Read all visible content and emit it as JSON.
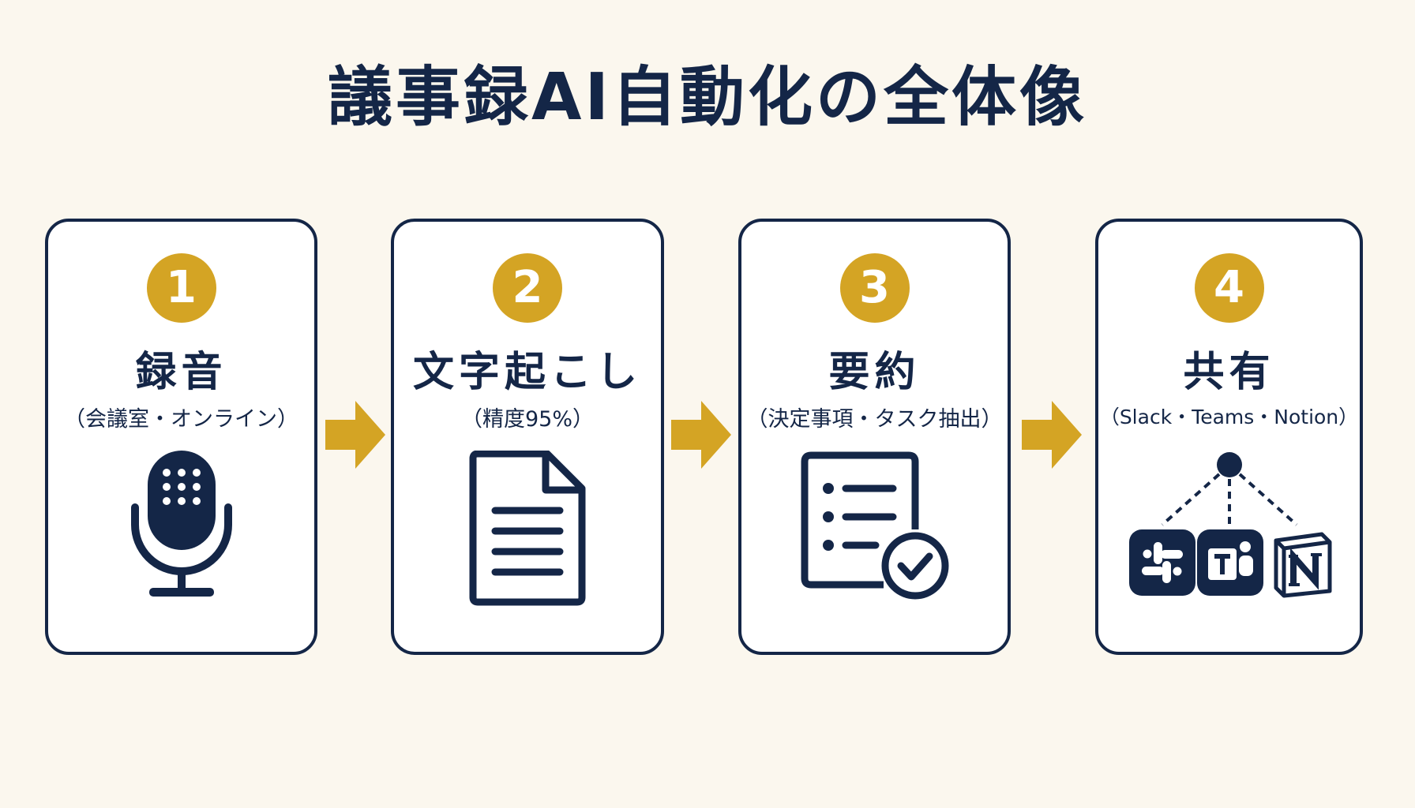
{
  "title": "議事録AI自動化の全体像",
  "colors": {
    "background": "#fbf7ee",
    "navy": "#142647",
    "gold": "#d4a424",
    "card": "#ffffff"
  },
  "steps": [
    {
      "number": "1",
      "label": "録音",
      "detail": "（会議室・オンライン）",
      "icon": "microphone-icon"
    },
    {
      "number": "2",
      "label": "文字起こし",
      "detail": "（精度95%）",
      "icon": "document-icon"
    },
    {
      "number": "3",
      "label": "要約",
      "detail": "（決定事項・タスク抽出）",
      "icon": "checklist-icon"
    },
    {
      "number": "4",
      "label": "共有",
      "detail": "（Slack・Teams・Notion）",
      "icon": "share-network-icon"
    }
  ]
}
